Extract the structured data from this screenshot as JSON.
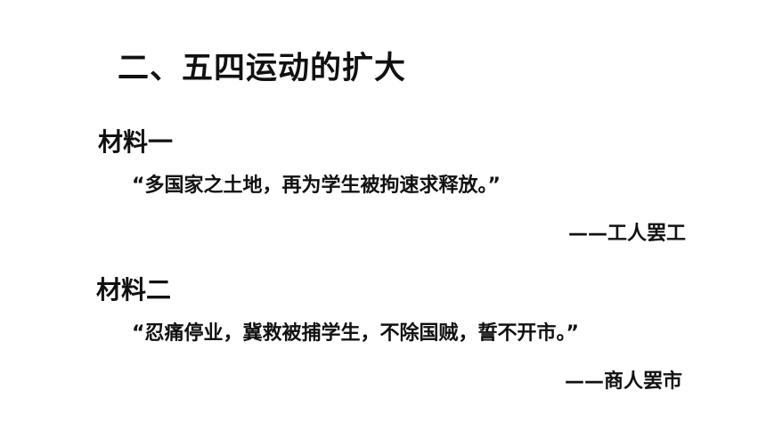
{
  "slide": {
    "title": "二、五四运动的扩大",
    "materials": [
      {
        "label": "材料一",
        "quote": "“多国家之土地，再为学生被拘速求释放。”",
        "source": "——工人罢工"
      },
      {
        "label": "材料二",
        "quote": "“忍痛停业，冀救被捕学生，不除国贼，誓不开市。”",
        "source": "——商人罢市"
      }
    ]
  }
}
